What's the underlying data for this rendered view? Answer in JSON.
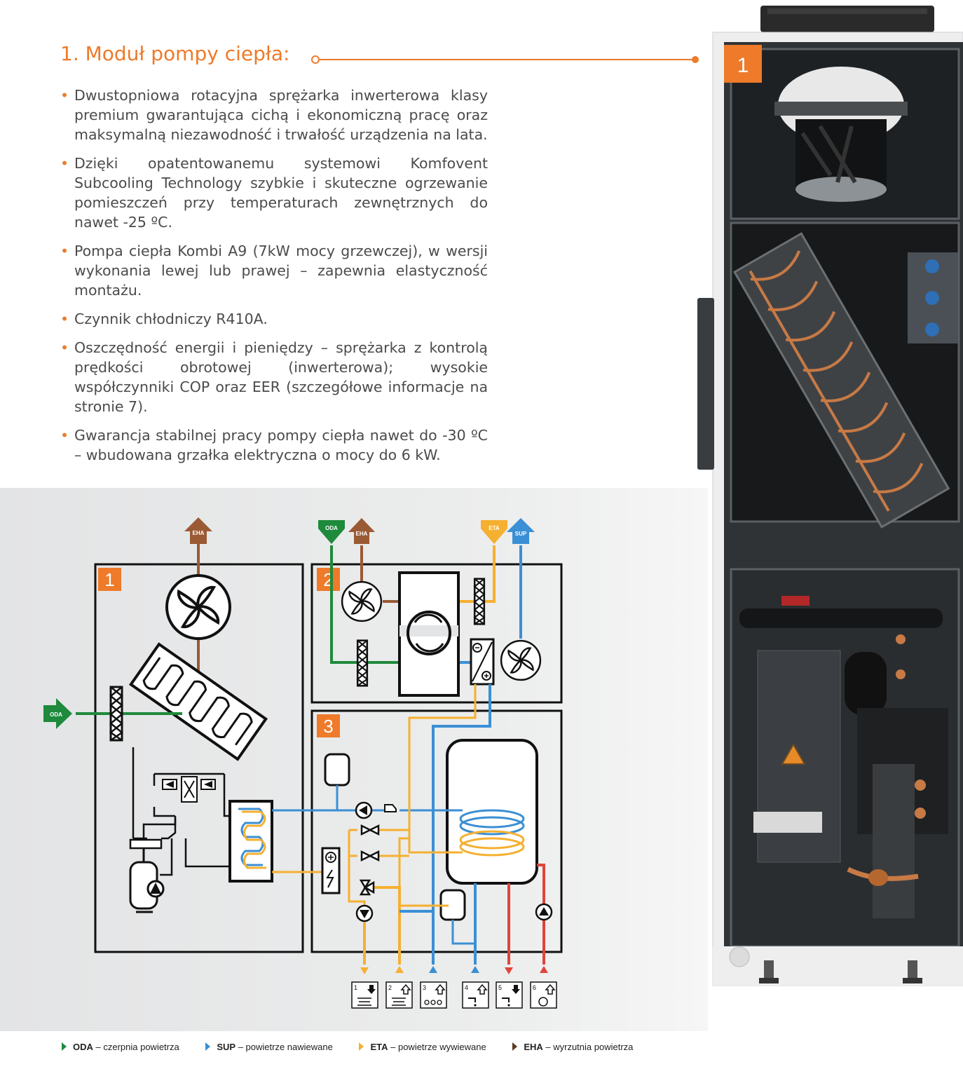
{
  "section": {
    "title": "1. Moduł pompy ciepła:",
    "bullets": [
      "Dwustopniowa rotacyjna sprężarka inwerterowa klasy premium gwarantująca cichą i ekonomiczną pracę oraz maksymalną niezawodność i trwałość urządzenia na lata.",
      "Dzięki opatentowanemu systemowi Komfovent Subcooling Technology szybkie i skuteczne ogrzewanie pomieszczeń przy temperaturach zewnętrznych do nawet -25 ºC.",
      "Pompa ciepła Kombi A9 (7kW mocy grzewczej), w wersji wykonania lewej lub prawej – zapewnia elastyczność montażu.",
      "Czynnik chłodniczy R410A.",
      "Oszczędność energii i pieniędzy – sprężarka z kontrolą prędkości obrotowej (inwerterowa); wysokie współczynniki COP oraz EER (szczegółowe informacje na stronie 7).",
      "Gwarancja stabilnej pracy pompy ciepła nawet do -30 ºC – wbudowana grzałka elektryczna o mocy do 6 kW."
    ],
    "bullet_marker": "•"
  },
  "photo": {
    "badge": "1"
  },
  "diagram": {
    "modules": [
      "1",
      "2",
      "3"
    ],
    "arrows": {
      "oda_left": "ODA",
      "eha_module1": "EHA",
      "oda_top": "ODA",
      "eha_top": "EHA",
      "eta_top": "ETA",
      "sup_top": "SUP"
    },
    "ports": [
      "1",
      "2",
      "3",
      "4",
      "5",
      "6"
    ]
  },
  "legend": [
    {
      "code": "ODA",
      "text": " – czerpnia powietrza",
      "color": "#1e8a3c"
    },
    {
      "code": "SUP",
      "text": " – powietrze  nawiewane",
      "color": "#3b8fd4"
    },
    {
      "code": "ETA",
      "text": " – powietrze wywiewane",
      "color": "#f5b031"
    },
    {
      "code": "EHA",
      "text": " – wyrzutnia  powietrza",
      "color": "#5a3a22"
    }
  ],
  "colors": {
    "accent": "#ee7a2a",
    "oda": "#1e8a3c",
    "sup": "#3b8fd4",
    "eta": "#f5b031",
    "eha": "#9a5a34",
    "hot": "#e0443a"
  }
}
